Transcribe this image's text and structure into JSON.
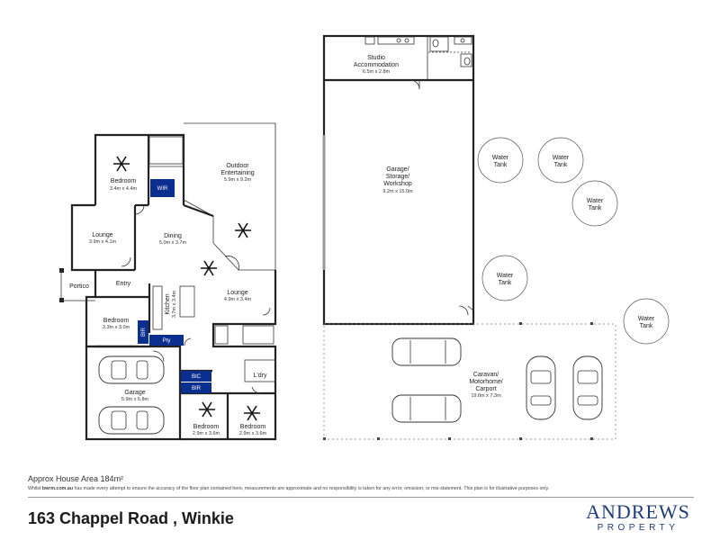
{
  "rooms": {
    "studio": {
      "name": "Studio",
      "name2": "Accommodation",
      "dims": "6.5m x 2.8m"
    },
    "garage_workshop": {
      "name": "Garage/",
      "name2": "Storage/",
      "name3": "Workshop",
      "dims": "9.2m x 15.0m"
    },
    "caravan": {
      "name": "Caravan/",
      "name2": "Motorhome/",
      "name3": "Carport",
      "dims": "19.0m x 7.3m"
    },
    "outdoor": {
      "name": "Outdoor",
      "name2": "Entertaining",
      "dims": "5.9m x 9.2m"
    },
    "bedroom1": {
      "name": "Bedroom",
      "dims": "3.4m x 4.4m"
    },
    "lounge1": {
      "name": "Lounge",
      "dims": "3.9m x 4.1m"
    },
    "dining": {
      "name": "Dining",
      "dims": "5.0m x 3.7m"
    },
    "lounge2": {
      "name": "Lounge",
      "dims": "4.9m x 3.4m"
    },
    "kitchen": {
      "name": "Kitchen",
      "dims": "3.7m x 3.4m"
    },
    "bedroom2": {
      "name": "Bedroom",
      "dims": "3.3m x 3.0m"
    },
    "garage": {
      "name": "Garage",
      "dims": "5.9m x 5.8m"
    },
    "bedroom3": {
      "name": "Bedroom",
      "dims": "2.9m x 3.6m"
    },
    "bedroom4": {
      "name": "Bedroom",
      "dims": "2.9m x 3.6m"
    },
    "portico": {
      "name": "Portico"
    },
    "entry": {
      "name": "Entry"
    },
    "laundry": {
      "name": "L'dry"
    }
  },
  "tags": {
    "wir": "WIR",
    "bir1": "BIR",
    "pty": "Pty",
    "bic": "BIC",
    "bir2": "BIR"
  },
  "water_tank": {
    "line1": "Water",
    "line2": "Tank"
  },
  "footer": {
    "area": "Approx House Area 184m²",
    "disclaimer_prefix": "Whilst",
    "disclaimer_brand": "bwrm.com.au",
    "disclaimer_rest": "has made every attempt to ensure the accuracy of the floor plan contained here, measurements are approximate and no responsibility is taken for any error, omission, or mis-statement. This plan is for illustrative purposes only.",
    "address": "163 Chappel Road , Winkie"
  },
  "logo": {
    "word": "ANDREWS",
    "sub": "PROPERTY",
    "color": "#1d3c7a"
  },
  "colors": {
    "tag_fill": "#0a2f8f"
  }
}
